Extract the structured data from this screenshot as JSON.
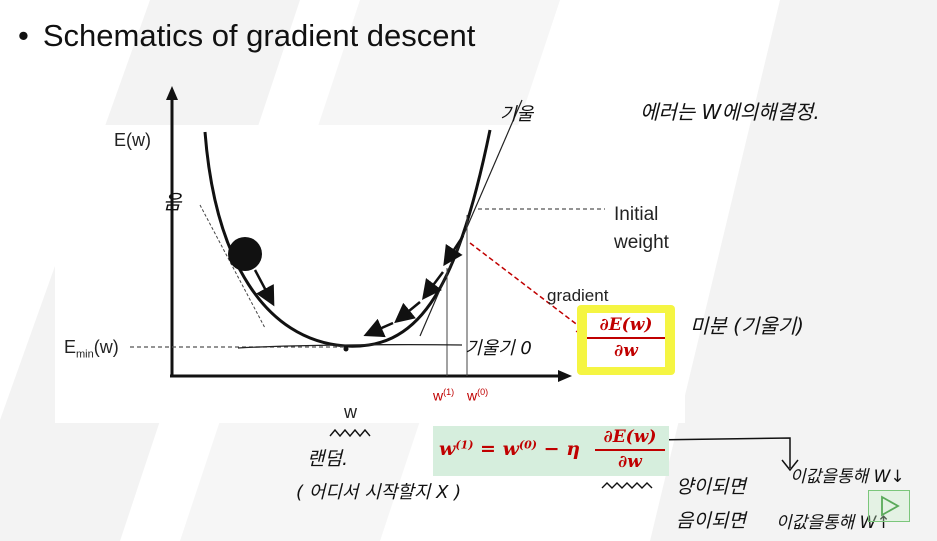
{
  "slide": {
    "bullet_symbol": "•",
    "title": "Schematics of gradient descent"
  },
  "plot": {
    "y_axis_label": "E(w)",
    "emin_prefix": "E",
    "emin_sub": "min",
    "emin_suffix": "(w)",
    "x_axis_label": "w",
    "initial_weight_label_1": "Initial",
    "initial_weight_label_2": "weight",
    "gradient_label": "gradient",
    "w1_base": "w",
    "w1_sup": "(1)",
    "w0_base": "w",
    "w0_sup": "(0)"
  },
  "formulas": {
    "gradient_num": "∂E(w)",
    "gradient_den": "∂w",
    "update_lhs": "w",
    "update_lhs_sup": "(1)",
    "update_eq": " = ",
    "update_rhs": "w",
    "update_rhs_sup": "(0)",
    "update_minus": " − ",
    "update_eta": "η",
    "update_num": "∂E(w)",
    "update_den": "∂w"
  },
  "annotations": {
    "top_right_note": "에러는 W에의해결정.",
    "slope_note_top": "기울",
    "left_slope": "음",
    "slope_zero": "기울기 0",
    "gradient_note": "미분 (기울기)",
    "below_w_1": "랜덤.",
    "below_w_2": "( 어디서 시작할지 X )",
    "below_formula_1": "양이되면",
    "below_formula_2": "음이되면",
    "right_1": "이값을통해 W↓",
    "right_2": "이값을통해 W↑"
  },
  "colors": {
    "red": "#c00000",
    "highlight_yellow": "#f5f542",
    "formula_bg": "#d6eedd",
    "play_green": "#7bc67b"
  },
  "icons": {
    "play": "play-icon"
  }
}
